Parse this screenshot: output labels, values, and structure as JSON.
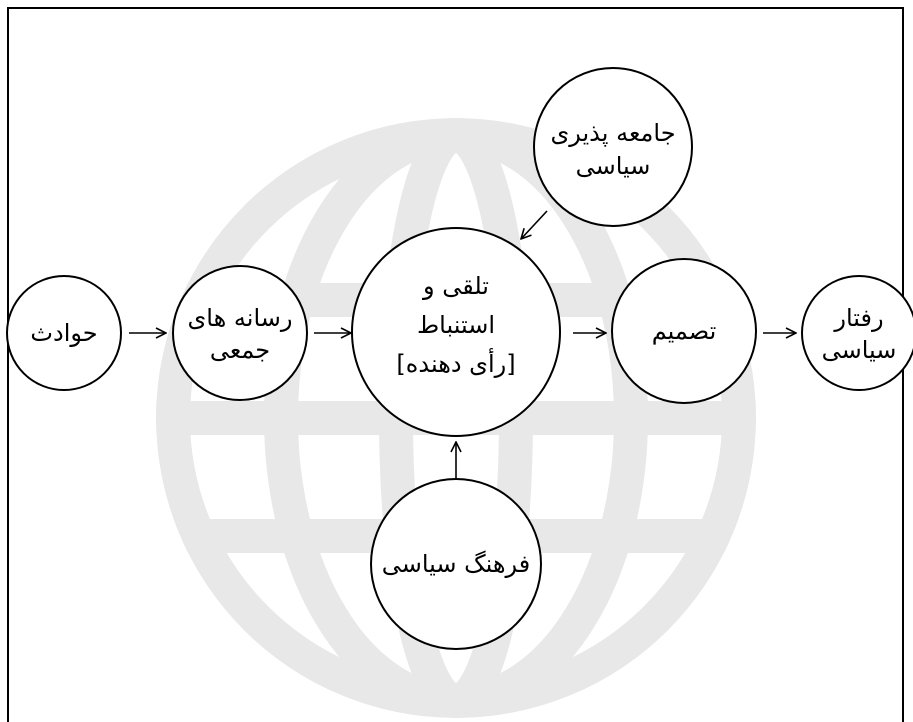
{
  "diagram": {
    "nodes": {
      "events": {
        "label": "حوادث"
      },
      "mass_media": {
        "line1": "رسانه های",
        "line2": "جمعی"
      },
      "reception": {
        "line1": "تلقی و",
        "line2": "استنباط",
        "line3": "[رأی دهنده]"
      },
      "political_socialization": {
        "line1": "جامعه پذیری",
        "line2": "سیاسی"
      },
      "political_culture": {
        "label": "فرهنگ سیاسی"
      },
      "decision": {
        "label": "تصمیم"
      },
      "political_behavior": {
        "line1": "رفتار",
        "line2": "سیاسی"
      }
    },
    "edges": [
      {
        "from": "events",
        "to": "mass_media"
      },
      {
        "from": "mass_media",
        "to": "reception"
      },
      {
        "from": "political_socialization",
        "to": "reception"
      },
      {
        "from": "political_culture",
        "to": "reception"
      },
      {
        "from": "reception",
        "to": "decision"
      },
      {
        "from": "decision",
        "to": "political_behavior"
      }
    ],
    "colors": {
      "stroke": "#000000",
      "fill": "#ffffff",
      "watermark": "#e8e8e8"
    }
  }
}
